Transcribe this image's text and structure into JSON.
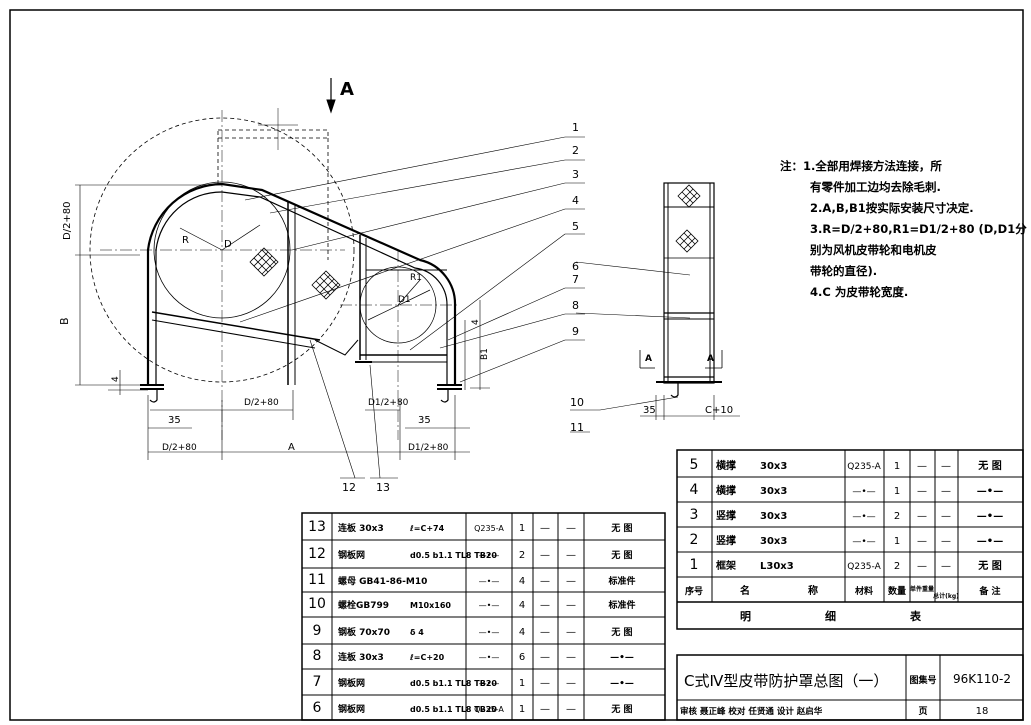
{
  "view_label": "A",
  "section_labels": [
    "A",
    "A"
  ],
  "part_callouts": [
    "1",
    "2",
    "3",
    "4",
    "5",
    "6",
    "7",
    "8",
    "9",
    "10",
    "11",
    "12",
    "13"
  ],
  "dimensions": {
    "d_half_80": "D/2+80",
    "b": "B",
    "four": "4",
    "thirty_five": "35",
    "thirty_five_b": "35",
    "thirty_five_c": "35",
    "r": "R",
    "d": "D",
    "d1": "D1",
    "r1": "R1",
    "d_half_80_mid": "D/2+80",
    "d1_half_80_mid": "D1/2+80",
    "d_half_80_left": "D/2+80",
    "a": "A",
    "d1_half_80_right": "D1/2+80",
    "b1": "B1",
    "four_right": "4",
    "c_plus_10": "C+10"
  },
  "notes": {
    "prefix": "注：",
    "lines": [
      "1.全部用焊接方法连接，所",
      "有零件加工边均去除毛刺.",
      "2.A,B,B1按实际安装尺寸决定.",
      "3.R=D/2+80,R1=D1/2+80 (D,D1分",
      "别为风机皮带轮和电机皮",
      "带轮的直径).",
      "4.C 为皮带轮宽度."
    ]
  },
  "bom_left": [
    {
      "no": "13",
      "name": "连板 30x3",
      "spec": "ℓ=C+74",
      "mat": "Q235-A",
      "qty": "1",
      "w1": "—",
      "w2": "—",
      "note": "无 图"
    },
    {
      "no": "12",
      "name": "钢板网",
      "spec": "d0.5 b1.1 TL8 TB20",
      "mat": "—•—",
      "qty": "2",
      "w1": "—",
      "w2": "—",
      "note": "无 图"
    },
    {
      "no": "11",
      "name": "螺母 GB41-86-M10",
      "spec": "",
      "mat": "—•—",
      "qty": "4",
      "w1": "—",
      "w2": "—",
      "note": "标准件"
    },
    {
      "no": "10",
      "name": "螺栓GB799",
      "spec": "M10x160",
      "mat": "—•—",
      "qty": "4",
      "w1": "—",
      "w2": "—",
      "note": "标准件"
    },
    {
      "no": "9",
      "name": "钢板 70x70",
      "spec": "δ 4",
      "mat": "—•—",
      "qty": "4",
      "w1": "—",
      "w2": "—",
      "note": "无 图"
    },
    {
      "no": "8",
      "name": "连板 30x3",
      "spec": "ℓ=C+20",
      "mat": "—•—",
      "qty": "6",
      "w1": "—",
      "w2": "—",
      "note": "—•—"
    },
    {
      "no": "7",
      "name": "钢板网",
      "spec": "d0.5 b1.1 TL8 TB20",
      "mat": "—•—",
      "qty": "1",
      "w1": "—",
      "w2": "—",
      "note": "—•—"
    },
    {
      "no": "6",
      "name": "钢板网",
      "spec": "d0.5 b1.1 TL8 TB20",
      "mat": "Q235-A",
      "qty": "1",
      "w1": "—",
      "w2": "—",
      "note": "无 图"
    }
  ],
  "bom_right": [
    {
      "no": "5",
      "name": "横撑",
      "spec": "30x3",
      "mat": "Q235-A",
      "qty": "1",
      "w1": "—",
      "w2": "—",
      "note": "无 图"
    },
    {
      "no": "4",
      "name": "横撑",
      "spec": "30x3",
      "mat": "—•—",
      "qty": "1",
      "w1": "—",
      "w2": "—",
      "note": "—•—"
    },
    {
      "no": "3",
      "name": "竖撑",
      "spec": "30x3",
      "mat": "—•—",
      "qty": "2",
      "w1": "—",
      "w2": "—",
      "note": "—•—"
    },
    {
      "no": "2",
      "name": "竖撑",
      "spec": "30x3",
      "mat": "—•—",
      "qty": "1",
      "w1": "—",
      "w2": "—",
      "note": "—•—"
    },
    {
      "no": "1",
      "name": "框架",
      "spec": "L30x3",
      "mat": "Q235-A",
      "qty": "2",
      "w1": "—",
      "w2": "—",
      "note": "无 图"
    }
  ],
  "bom_header": {
    "no": "序号",
    "name": "名",
    "name2": "称",
    "mat": "材料",
    "qty": "数量",
    "w1": "单件重量",
    "w2": "总计(kg)",
    "note": "备 注"
  },
  "bom_title": {
    "a": "明",
    "b": "细",
    "c": "表"
  },
  "title_block": {
    "title": "C式Ⅳ型皮带防护罩总图（一）",
    "atlas_label": "图集号",
    "atlas_no": "96K110-2",
    "signoff": "审核 聂正峰 校对 任贤通 设计 赵启华",
    "page_label": "页",
    "page_no": "18"
  }
}
